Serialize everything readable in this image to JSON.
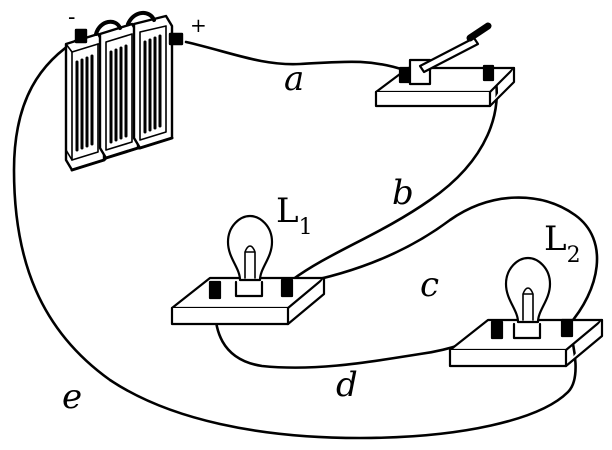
{
  "battery": {
    "minus_sign": "-",
    "plus_sign": "+"
  },
  "wires": {
    "a": "a",
    "b": "b",
    "c": "c",
    "d": "d",
    "e": "e"
  },
  "bulb1": {
    "letter": "L",
    "subscript": "1"
  },
  "bulb2": {
    "letter": "L",
    "subscript": "2"
  },
  "colors": {
    "ink": "#000000",
    "background": "#ffffff"
  }
}
